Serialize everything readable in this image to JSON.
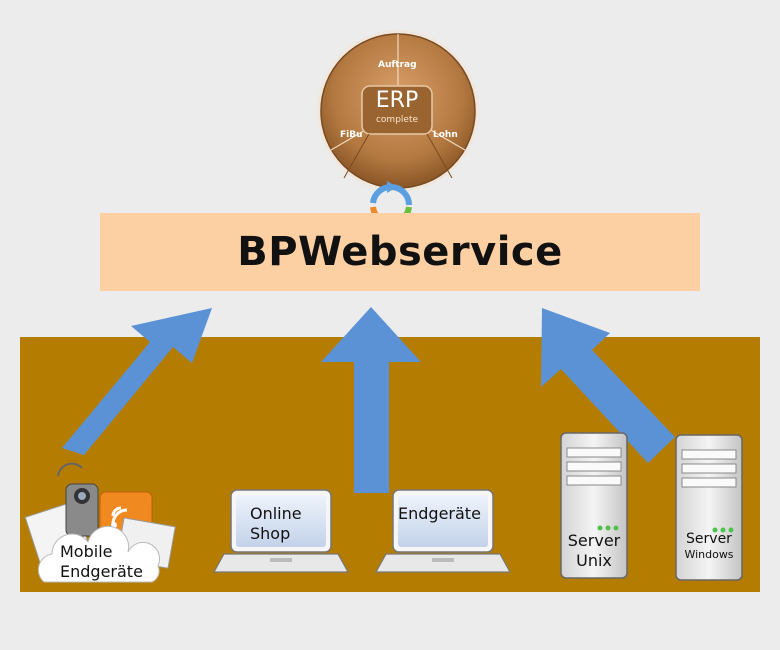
{
  "title": "BPWebservice",
  "erp": {
    "logo": "ERP",
    "logo_sub": "complete",
    "segments": [
      "Auftrag",
      "FiBu",
      "Lohn"
    ]
  },
  "clients": {
    "mobile": [
      "Mobile",
      "Endgeräte"
    ],
    "shop": [
      "Online",
      "Shop"
    ],
    "devices": "Endgeräte",
    "server_unix": [
      "Server",
      "Unix"
    ],
    "server_windows": [
      "Server",
      "Windows"
    ]
  },
  "colors": {
    "background": "#ececec",
    "ground": "#b47c00",
    "service_box": "#fdd0a4",
    "arrow": "#5b92d6",
    "erp": "#b27840"
  },
  "icons": [
    "sync-icon",
    "mobile-devices-icon",
    "laptop-icon",
    "server-icon"
  ]
}
